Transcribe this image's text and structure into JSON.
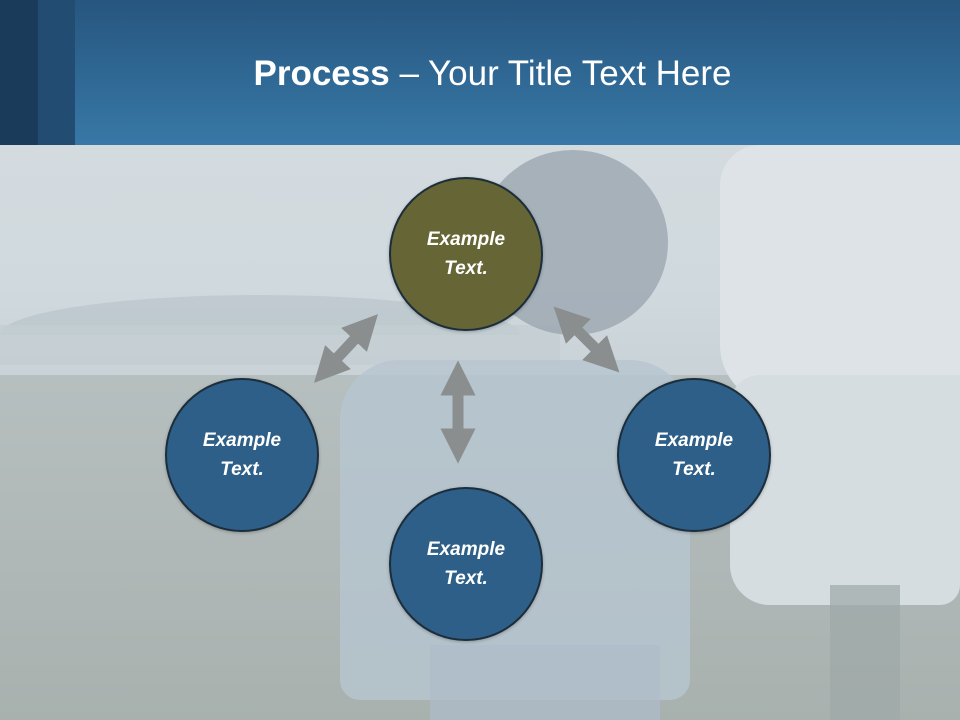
{
  "header": {
    "title_bold": "Process",
    "title_rest": " – Your Title Text Here"
  },
  "nodes": {
    "top": {
      "line1": "Example",
      "line2": "Text.",
      "color": "#666535"
    },
    "left": {
      "line1": "Example",
      "line2": "Text.",
      "color": "#2e5f88"
    },
    "right": {
      "line1": "Example",
      "line2": "Text.",
      "color": "#2e5f88"
    },
    "bottom": {
      "line1": "Example",
      "line2": "Text.",
      "color": "#2e5f88"
    }
  },
  "colors": {
    "header": "#2f6793",
    "arrow": "#8a8e8f",
    "node_blue": "#2e5f88",
    "node_olive": "#666535"
  }
}
